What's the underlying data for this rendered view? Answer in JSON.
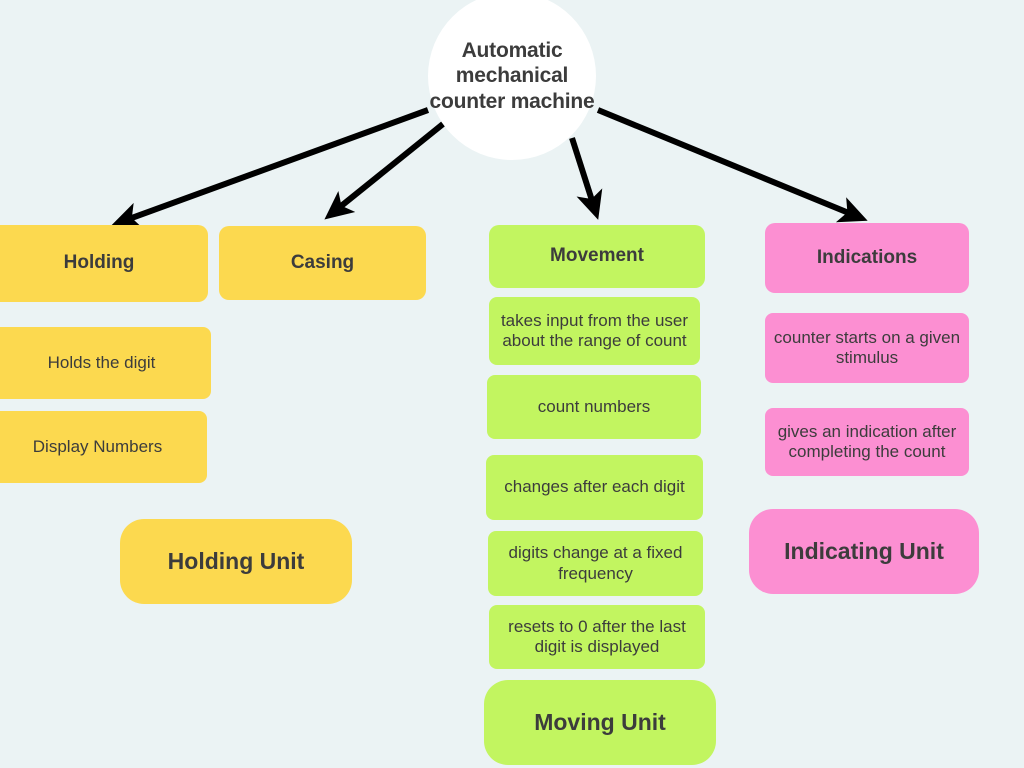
{
  "diagram": {
    "title": "Automatic mechanical counter machine",
    "background_color": "#EBF3F4",
    "text_color": "#3C3C3C",
    "root": {
      "label": "Automatic mechanical counter machine",
      "color": "#FFFFFF"
    },
    "branches": [
      {
        "id": "holding",
        "category": "Holding",
        "color": "#FCD94F",
        "leaves": [
          "Holds the digit",
          "Display Numbers"
        ],
        "unit": "Holding Unit"
      },
      {
        "id": "casing",
        "category": "Casing",
        "color": "#FCD94F",
        "leaves": [],
        "unit": ""
      },
      {
        "id": "movement",
        "category": "Movement",
        "color": "#C2F560",
        "leaves": [
          "takes input from the user about the range of count",
          "count numbers",
          "changes after each digit",
          "digits change at a fixed frequency",
          "resets to 0 after the last digit is displayed"
        ],
        "unit": "Moving Unit"
      },
      {
        "id": "indications",
        "category": "Indications",
        "color": "#FC8FD2",
        "leaves": [
          "counter starts on a given stimulus",
          "gives an indication after completing the count"
        ],
        "unit": "Indicating Unit"
      }
    ],
    "connectors": [
      {
        "id": "root-to-holding",
        "from": "root",
        "to": "holding"
      },
      {
        "id": "root-to-casing",
        "from": "root",
        "to": "casing"
      },
      {
        "id": "root-to-movement",
        "from": "root",
        "to": "movement"
      },
      {
        "id": "root-to-indications",
        "from": "root",
        "to": "indications"
      }
    ]
  }
}
